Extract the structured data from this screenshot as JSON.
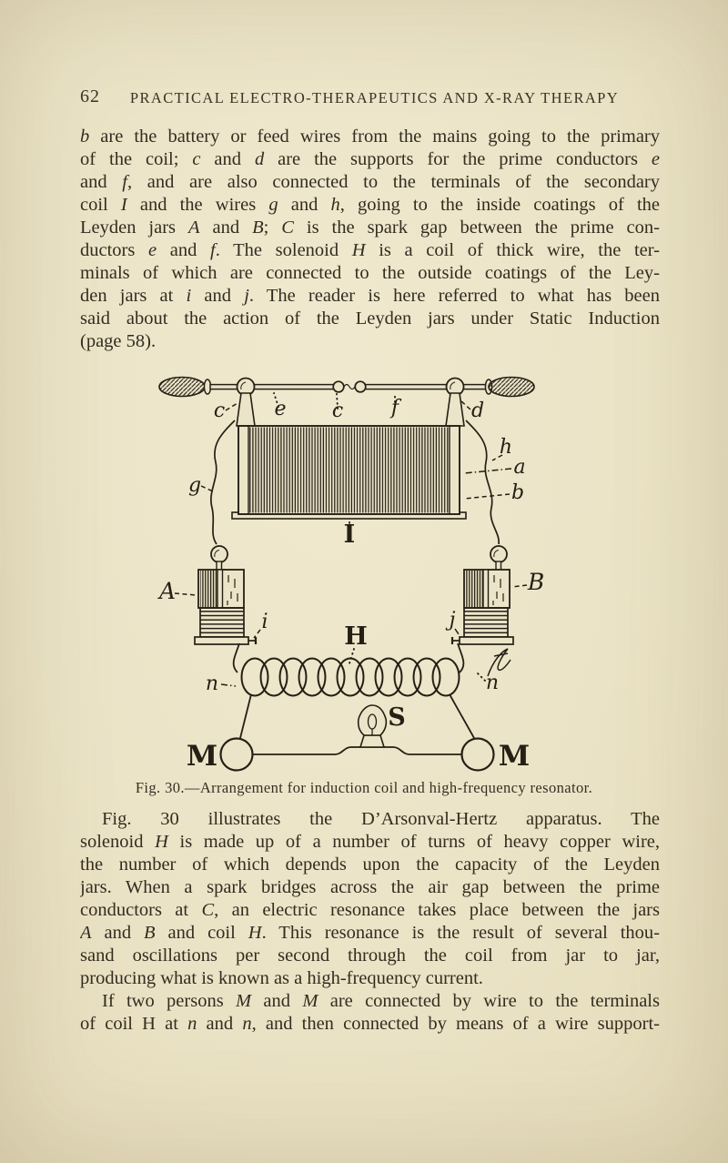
{
  "page": {
    "number": "62",
    "running_title": "PRACTICAL ELECTRO-THERAPEUTICS AND X-RAY THERAPY"
  },
  "colors": {
    "paper": "#ece4c8",
    "ink": "#251f15"
  },
  "paragraph1": {
    "lines": [
      "[i]b[/i] are the battery or feed wires from the mains going to the primary",
      "of the coil; [i]c[/i] and [i]d[/i] are the supports for the prime conductors [i]e[/i]",
      "and [i]f[/i], and are also connected to the terminals of the secondary",
      "coil [i]I[/i] and the wires [i]g[/i] and [i]h[/i], going to the inside coatings of the",
      "Leyden jars [i]A[/i] and [i]B[/i]; [i]C[/i] is the spark gap between the prime con-",
      "ductors [i]e[/i] and [i]f[/i]. The solenoid [i]H[/i] is a coil of thick wire, the ter-",
      "minals of which are connected to the outside coatings of the Ley-",
      "den jars at [i]i[/i] and [i]j[/i]. The reader is here referred to what has been",
      "said about the action of the Leyden jars under Static Induction",
      "(page 58)."
    ]
  },
  "figure": {
    "caption": "Fig. 30.—Arrangement for induction coil and high-frequency resonator.",
    "labels": {
      "support_left": "c",
      "prime_conductor_left": "e",
      "spark_gap": "c",
      "prime_conductor_right": "f",
      "support_right": "d",
      "wire_left": "g",
      "wire_right": "h",
      "feed_wire_a": "a",
      "feed_wire_b": "b",
      "secondary_coil": "I",
      "jar_left": "A",
      "jar_right": "B",
      "terminal_left": "i",
      "terminal_right": "j",
      "solenoid": "H",
      "coil_end_left": "n",
      "coil_end_right": "n",
      "person_left": "M",
      "person_right": "M",
      "lamp": "S"
    }
  },
  "paragraph2": {
    "lines": [
      "Fig. 30 illustrates the D’Arsonval-Hertz apparatus. The",
      "solenoid [i]H[/i] is made up of a number of turns of heavy copper wire,",
      "the number of which depends upon the capacity of the Leyden",
      "jars. When a spark bridges across the air gap between the prime",
      "conductors at [i]C[/i], an electric resonance takes place between the jars",
      "[i]A[/i] and [i]B[/i] and coil [i]H[/i]. This resonance is the result of several thou-",
      "sand oscillations per second through the coil from jar to jar,",
      "producing what is known as a high-frequency current."
    ]
  },
  "paragraph3": {
    "lines": [
      "If two persons [i]M[/i] and [i]M[/i] are connected by wire to the terminals",
      "of coil H at [i]n[/i] and [i]n[/i], and then connected by means of a wire support-"
    ]
  }
}
